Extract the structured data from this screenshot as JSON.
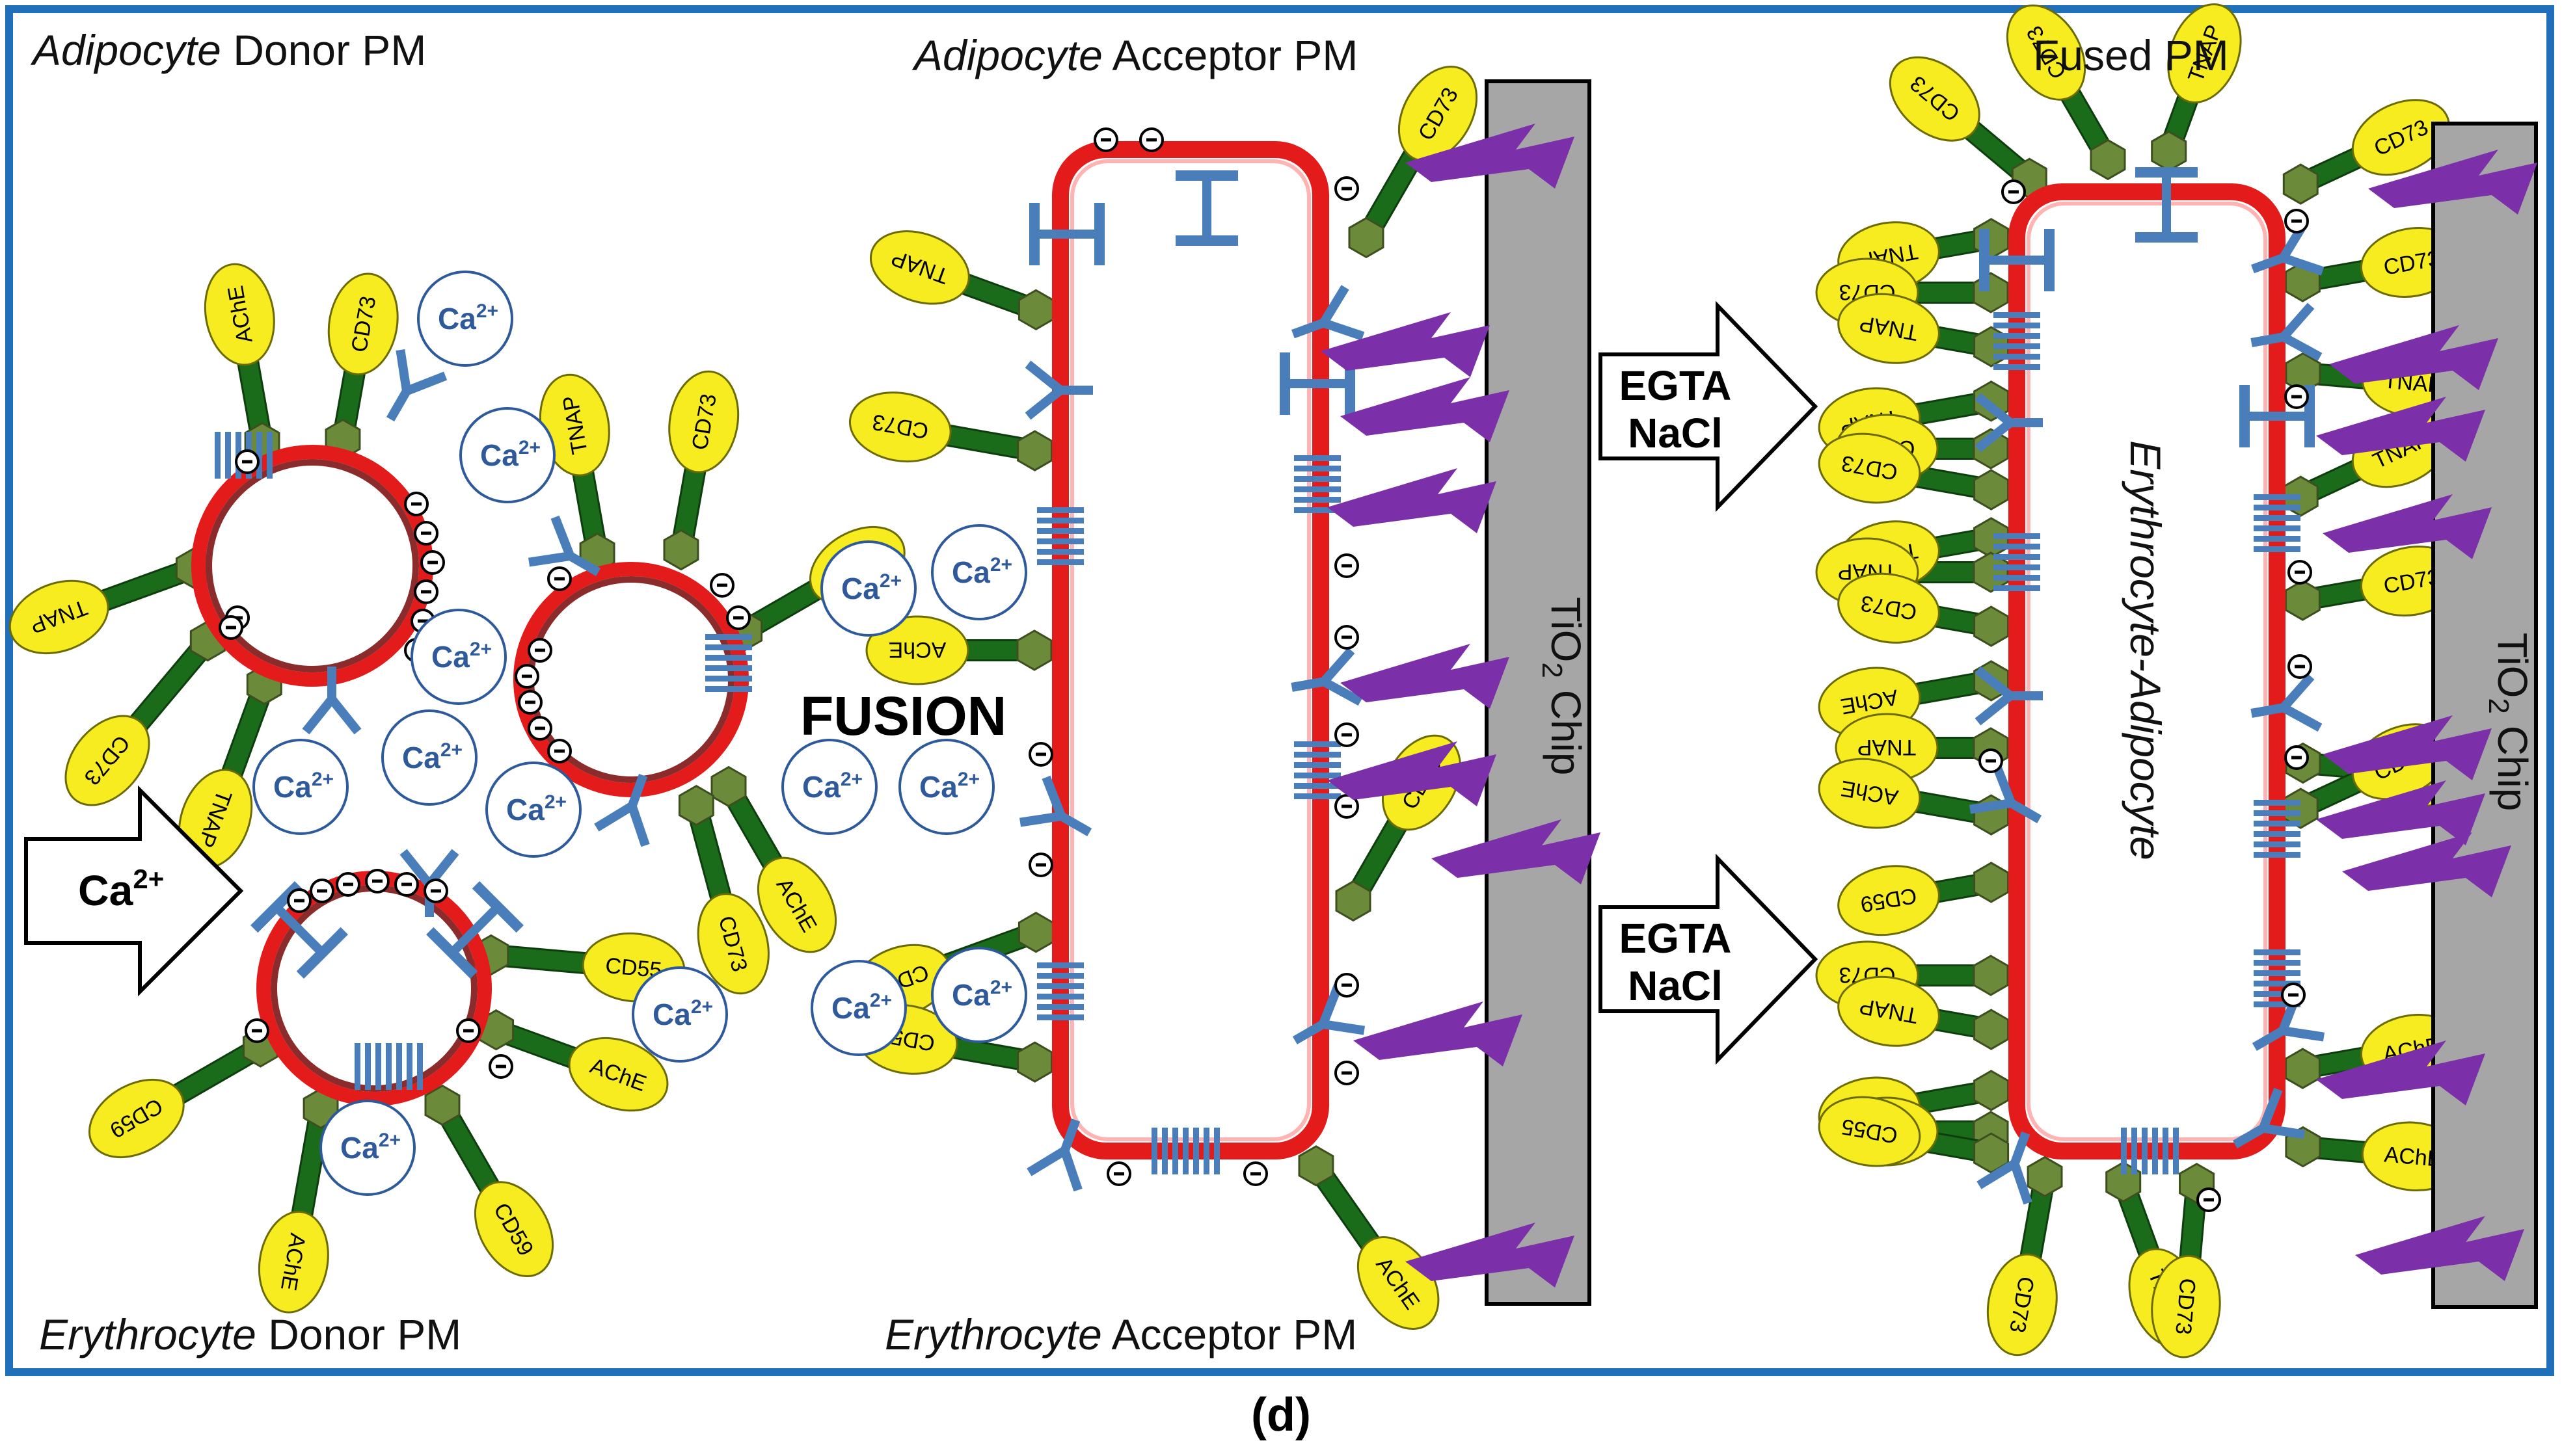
{
  "panel_label": "(d)",
  "titles": {
    "adipocyte_donor": {
      "italic": "Adipocyte",
      "rest": " Donor PM"
    },
    "erythrocyte_donor": {
      "italic": "Erythrocyte",
      "rest": " Donor PM"
    },
    "adipocyte_acceptor": {
      "italic": "Adipocyte",
      "rest": " Acceptor PM"
    },
    "erythrocyte_acceptor": {
      "italic": "Erythrocyte",
      "rest": " Acceptor PM"
    },
    "fused": "Fused PM",
    "fused_cell": "Erythrocyte-Adipocyte"
  },
  "ca_arrow": {
    "base": "Ca",
    "sup": "2+"
  },
  "fusion_label": "FUSION",
  "egta_arrows": [
    {
      "line1": "EGTA",
      "line2": "NaCl"
    },
    {
      "line1": "EGTA",
      "line2": "NaCl"
    }
  ],
  "chip_label": {
    "base": "TiO",
    "sub": "2",
    "rest": " Chip"
  },
  "ca_ion": {
    "base": "Ca",
    "sup": "2+"
  },
  "negative_charge": "⊖",
  "proteins": [
    "TNAP",
    "CD73",
    "AChE",
    "CD59",
    "CD55"
  ],
  "colors": {
    "frame": "#1f6fba",
    "membrane_red": "#e41b1b",
    "membrane_dark": "#8b2b2b",
    "receptor_blue": "#4a7eba",
    "protein_yellow": "#f6ec1f",
    "stalk_green": "#1a6b1a",
    "anchor_olive": "#6b8b3a",
    "chip_gray": "#a6a6a6",
    "bolt_purple": "#7b2fa8",
    "ca_text": "#2e5a9c"
  }
}
